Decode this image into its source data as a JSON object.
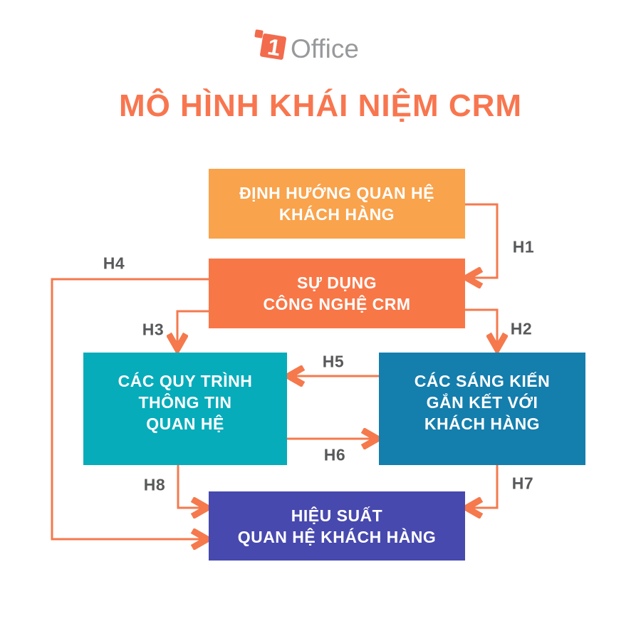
{
  "logo": {
    "mark_number": "1",
    "brand": "Office"
  },
  "title": "MÔ HÌNH KHÁI NIỆM CRM",
  "colors": {
    "title": "#F8764F",
    "arrow": "#F5794D",
    "edge_label": "#58595B",
    "logo_mark": "#F26B4C",
    "logo_text": "#97999B"
  },
  "diagram": {
    "boxes": [
      {
        "id": "customer-relationship-orientation",
        "lines": [
          "ĐỊNH HƯỚNG QUAN HỆ",
          "KHÁCH HÀNG"
        ],
        "color": "#F9A34C"
      },
      {
        "id": "crm-technology-use",
        "lines": [
          "SỰ DỤNG",
          "CÔNG NGHỆ CRM"
        ],
        "color": "#F87747"
      },
      {
        "id": "relationship-information-processes",
        "lines": [
          "CÁC QUY TRÌNH",
          "THÔNG TIN",
          "QUAN HỆ"
        ],
        "color": "#06ACBA"
      },
      {
        "id": "customer-engagement-initiatives",
        "lines": [
          "CÁC SÁNG KIẾN",
          "GẮN KẾT VỚI",
          "KHÁCH HÀNG"
        ],
        "color": "#147EAD"
      },
      {
        "id": "customer-relationship-performance",
        "lines": [
          "HIỆU SUẤT",
          "QUAN HỆ KHÁCH HÀNG"
        ],
        "color": "#4749AE"
      }
    ],
    "edges": {
      "h1": "H1",
      "h2": "H2",
      "h3": "H3",
      "h4": "H4",
      "h5": "H5",
      "h6": "H6",
      "h7": "H7",
      "h8": "H8"
    }
  }
}
